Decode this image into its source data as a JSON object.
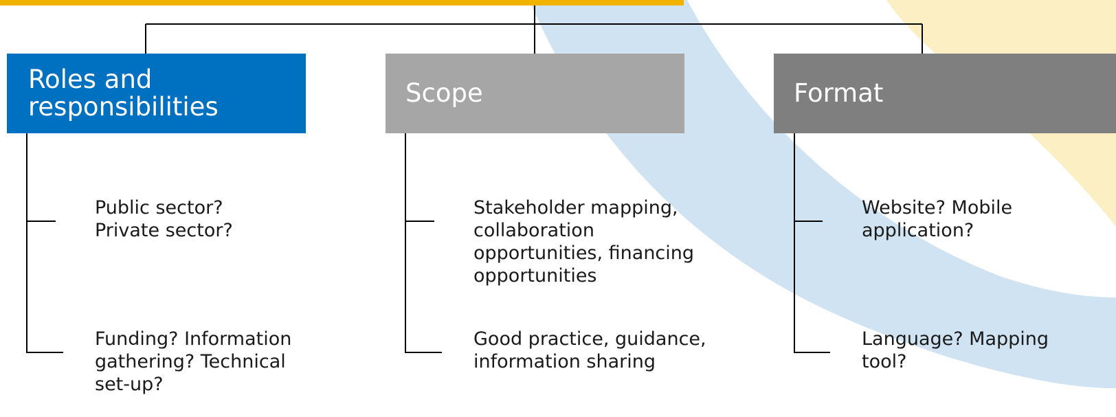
{
  "colors": {
    "top_bar": "#f2b300",
    "roles_box": "#0070c0",
    "scope_box": "#a6a6a6",
    "format_box": "#7f7f7f",
    "connector": "#000000",
    "swoosh_blue": "#cfe3f3",
    "swoosh_yellow": "#fcefc4"
  },
  "categories": [
    {
      "title": "Roles and responsibilities",
      "items": [
        "Public sector?\nPrivate sector?",
        "Funding? Information\ngathering? Technical\nset-up?"
      ]
    },
    {
      "title": "Scope",
      "items": [
        "Stakeholder mapping,\ncollaboration\nopportunities, financing\nopportunities",
        "Good practice, guidance,\ninformation sharing"
      ]
    },
    {
      "title": "Format",
      "items": [
        "Website? Mobile\napplication?",
        "Language? Mapping\ntool?"
      ]
    }
  ]
}
